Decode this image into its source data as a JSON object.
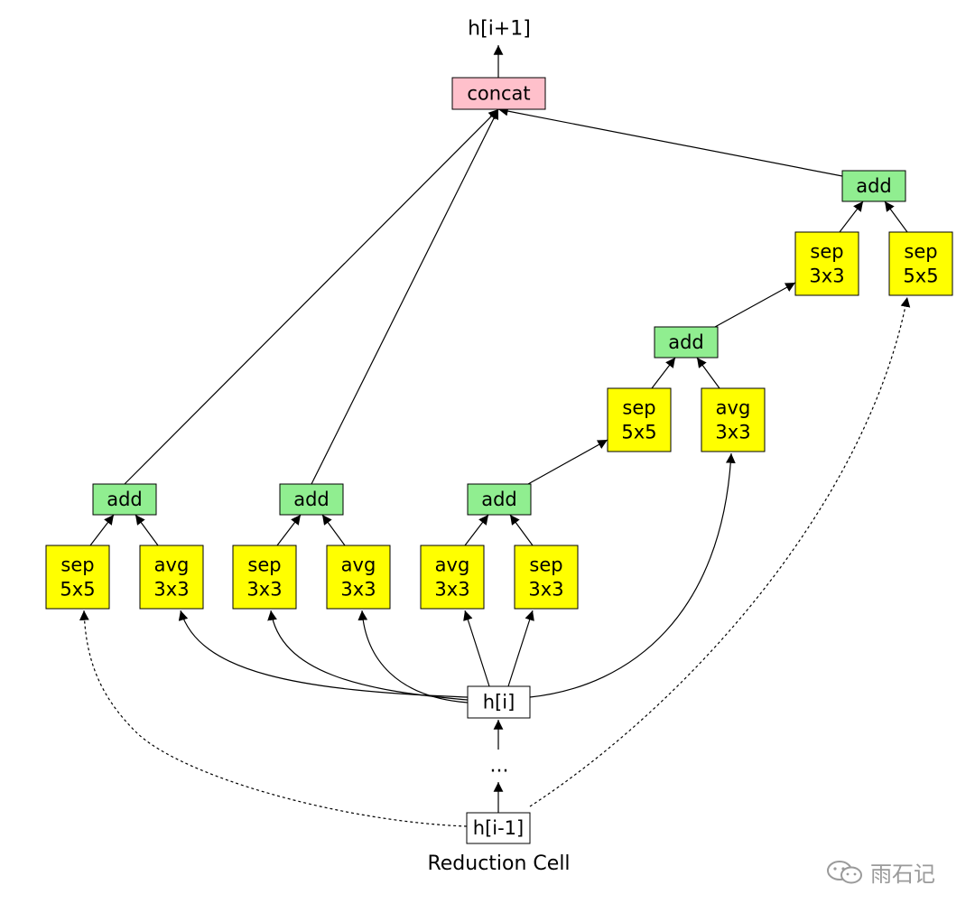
{
  "diagram": {
    "caption": "Reduction Cell",
    "watermark": "雨石记",
    "colors": {
      "op": "#ffff00",
      "add": "#90ee90",
      "concat": "#ffc0cb",
      "io": "#ffffff",
      "stroke": "#000000"
    },
    "nodes": [
      {
        "id": "output",
        "kind": "text",
        "lines": [
          "h[i+1]"
        ]
      },
      {
        "id": "concat",
        "kind": "concat",
        "lines": [
          "concat"
        ]
      },
      {
        "id": "add1",
        "kind": "add",
        "lines": [
          "add"
        ]
      },
      {
        "id": "add2",
        "kind": "add",
        "lines": [
          "add"
        ]
      },
      {
        "id": "add3",
        "kind": "add",
        "lines": [
          "add"
        ]
      },
      {
        "id": "add4",
        "kind": "add",
        "lines": [
          "add"
        ]
      },
      {
        "id": "add5",
        "kind": "add",
        "lines": [
          "add"
        ]
      },
      {
        "id": "op_sep5x5_a",
        "kind": "op",
        "lines": [
          "sep",
          "5x5"
        ]
      },
      {
        "id": "op_avg3x3_a",
        "kind": "op",
        "lines": [
          "avg",
          "3x3"
        ]
      },
      {
        "id": "op_sep3x3_b",
        "kind": "op",
        "lines": [
          "sep",
          "3x3"
        ]
      },
      {
        "id": "op_avg3x3_b",
        "kind": "op",
        "lines": [
          "avg",
          "3x3"
        ]
      },
      {
        "id": "op_avg3x3_c",
        "kind": "op",
        "lines": [
          "avg",
          "3x3"
        ]
      },
      {
        "id": "op_sep3x3_c",
        "kind": "op",
        "lines": [
          "sep",
          "3x3"
        ]
      },
      {
        "id": "op_sep5x5_d",
        "kind": "op",
        "lines": [
          "sep",
          "5x5"
        ]
      },
      {
        "id": "op_avg3x3_d",
        "kind": "op",
        "lines": [
          "avg",
          "3x3"
        ]
      },
      {
        "id": "op_sep3x3_e",
        "kind": "op",
        "lines": [
          "sep",
          "3x3"
        ]
      },
      {
        "id": "op_sep5x5_e",
        "kind": "op",
        "lines": [
          "sep",
          "5x5"
        ]
      },
      {
        "id": "h_i",
        "kind": "io",
        "lines": [
          "h[i]"
        ]
      },
      {
        "id": "dots",
        "kind": "text",
        "lines": [
          "..."
        ]
      },
      {
        "id": "h_im1",
        "kind": "io",
        "lines": [
          "h[i-1]"
        ]
      }
    ],
    "edges": [
      {
        "from": "concat",
        "to": "output"
      },
      {
        "from": "add1",
        "to": "concat"
      },
      {
        "from": "add2",
        "to": "concat"
      },
      {
        "from": "add5",
        "to": "concat"
      },
      {
        "from": "op_sep5x5_a",
        "to": "add1"
      },
      {
        "from": "op_avg3x3_a",
        "to": "add1"
      },
      {
        "from": "op_sep3x3_b",
        "to": "add2"
      },
      {
        "from": "op_avg3x3_b",
        "to": "add2"
      },
      {
        "from": "op_avg3x3_c",
        "to": "add3"
      },
      {
        "from": "op_sep3x3_c",
        "to": "add3"
      },
      {
        "from": "add3",
        "to": "op_sep5x5_d"
      },
      {
        "from": "op_sep5x5_d",
        "to": "add4"
      },
      {
        "from": "op_avg3x3_d",
        "to": "add4"
      },
      {
        "from": "add4",
        "to": "op_sep3x3_e"
      },
      {
        "from": "op_sep3x3_e",
        "to": "add5"
      },
      {
        "from": "op_sep5x5_e",
        "to": "add5"
      },
      {
        "from": "h_i",
        "to": "op_avg3x3_a"
      },
      {
        "from": "h_i",
        "to": "op_sep3x3_b"
      },
      {
        "from": "h_i",
        "to": "op_avg3x3_b"
      },
      {
        "from": "h_i",
        "to": "op_avg3x3_c"
      },
      {
        "from": "h_i",
        "to": "op_sep3x3_c"
      },
      {
        "from": "h_i",
        "to": "op_avg3x3_d"
      },
      {
        "from": "dots",
        "to": "h_i"
      },
      {
        "from": "h_im1",
        "to": "dots"
      },
      {
        "from": "h_im1",
        "to": "op_sep5x5_a",
        "style": "dashed"
      },
      {
        "from": "h_im1",
        "to": "op_sep5x5_e",
        "style": "dashed"
      }
    ]
  }
}
